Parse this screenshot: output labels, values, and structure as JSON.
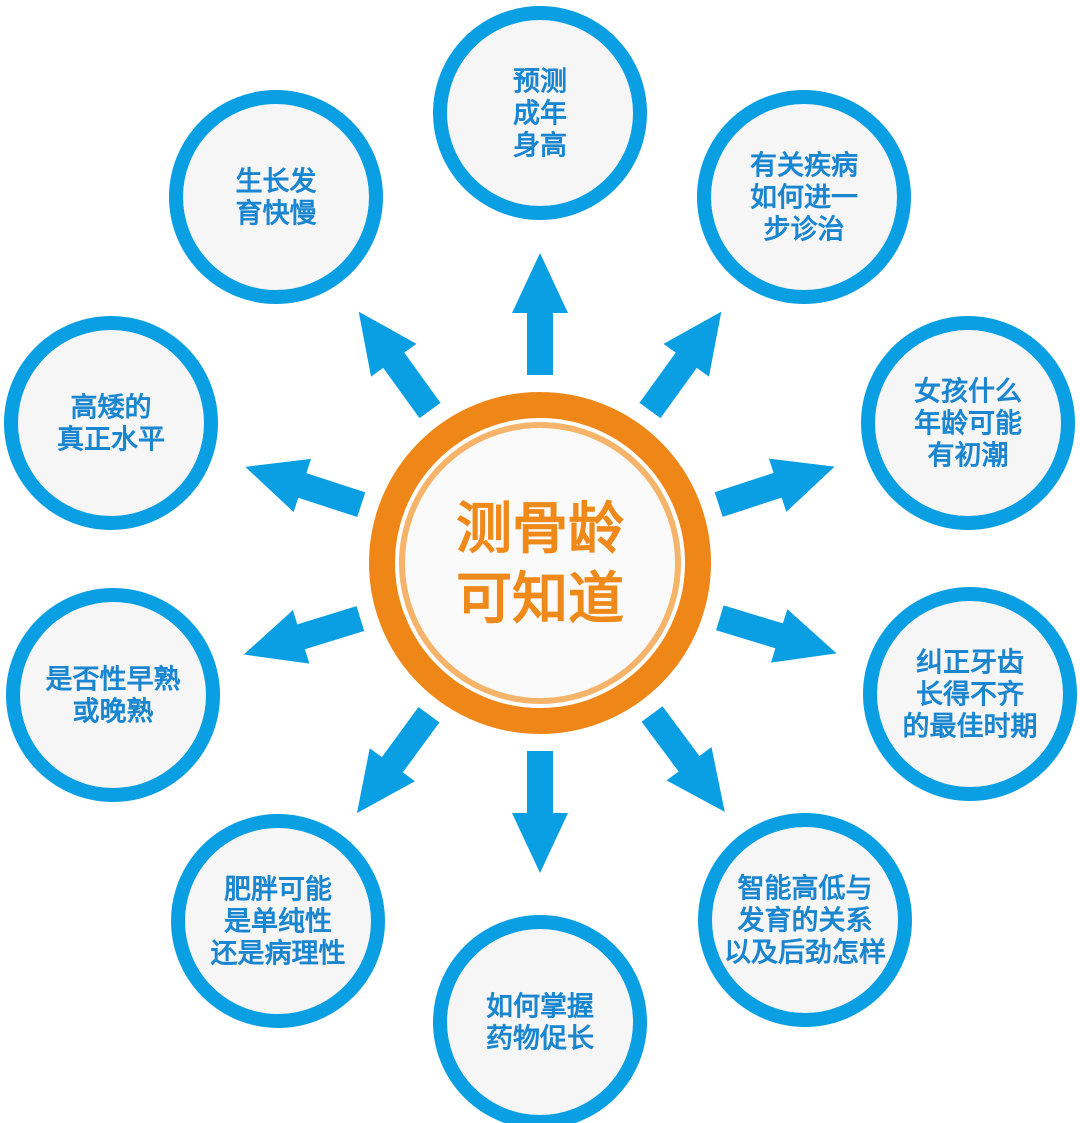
{
  "colors": {
    "ring": "#0a9fe3",
    "node_fill": "#f6f6f6",
    "arrow": "#0a9fe3",
    "text": "#1a86d0",
    "center_ring": "#ef8718",
    "center_inner_ring": "#f6b46a",
    "center_text": "#ef8a1a"
  },
  "center": {
    "lines": [
      "测骨龄",
      "可知道"
    ]
  },
  "nodes": [
    {
      "id": "predict-adult-height",
      "lines": [
        "预测",
        "成年",
        "身高"
      ]
    },
    {
      "id": "disease-treatment",
      "lines": [
        "有关疾病",
        "如何进一",
        "步诊治"
      ]
    },
    {
      "id": "menarche-age",
      "lines": [
        "女孩什么",
        "年龄可能",
        "有初潮"
      ]
    },
    {
      "id": "teeth-correction",
      "lines": [
        "纠正牙齿",
        "长得不齐",
        "的最佳时期"
      ]
    },
    {
      "id": "intelligence-development",
      "lines": [
        "智能高低与",
        "发育的关系",
        "以及后劲怎样"
      ]
    },
    {
      "id": "growth-medication",
      "lines": [
        "如何掌握",
        "药物促长"
      ]
    },
    {
      "id": "obesity-type",
      "lines": [
        "肥胖可能",
        "是单纯性",
        "还是病理性"
      ]
    },
    {
      "id": "early-late-maturity",
      "lines": [
        "是否性早熟",
        "或晚熟"
      ]
    },
    {
      "id": "true-height-level",
      "lines": [
        "高矮的",
        "真正水平"
      ]
    },
    {
      "id": "growth-speed",
      "lines": [
        "生长发",
        "育快慢"
      ]
    }
  ]
}
